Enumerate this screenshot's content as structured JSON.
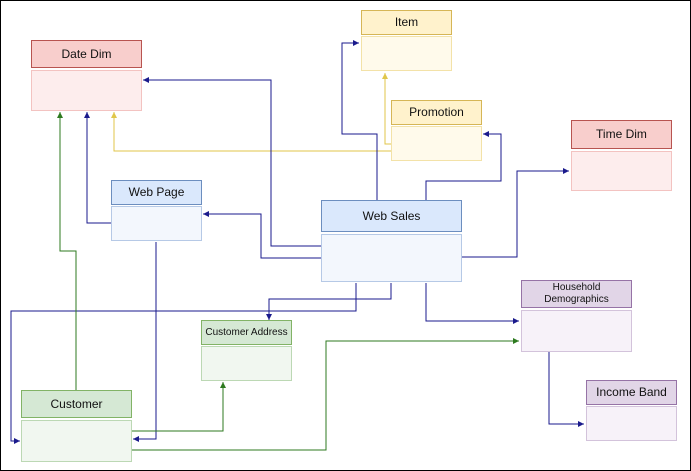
{
  "diagram": {
    "tables": {
      "date_dim": "Date Dim",
      "item": "Item",
      "promotion": "Promotion",
      "time_dim": "Time Dim",
      "web_page": "Web Page",
      "web_sales": "Web Sales",
      "household_demographics": "Household Demographics",
      "customer_address": "Customer Address",
      "customer": "Customer",
      "income_band": "Income Band"
    },
    "colors": {
      "navy_edge": "#1a1a8c",
      "green_edge": "#2d7a1f",
      "yellow_edge": "#e0c64a"
    }
  }
}
